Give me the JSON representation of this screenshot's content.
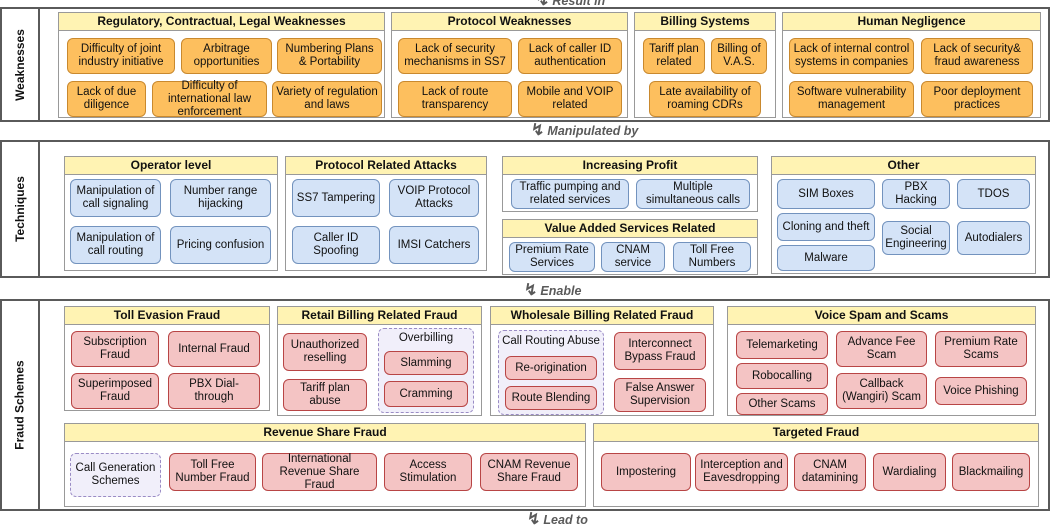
{
  "connectors": {
    "result_in": "Result in",
    "manipulated_by": "Manipulated by",
    "enable": "Enable",
    "lead_to": "Lead to"
  },
  "sections": {
    "weaknesses": "Weaknesses",
    "techniques": "Techniques",
    "fraud_schemes": "Fraud Schemes"
  },
  "weaknesses": {
    "regulatory": {
      "title": "Regulatory, Contractual, Legal Weaknesses",
      "items": [
        "Difficulty of joint industry initiative",
        "Arbitrage opportunities",
        "Numbering Plans & Portability",
        "Lack of due diligence",
        "Difficulty of international law enforcement",
        "Variety of regulation and laws"
      ]
    },
    "protocol": {
      "title": "Protocol Weaknesses",
      "items": [
        "Lack of security mechanisms in SS7",
        "Lack of caller ID authentication",
        "Lack of route transparency",
        "Mobile and VOIP related"
      ]
    },
    "billing": {
      "title": "Billing Systems",
      "items": [
        "Tariff plan related",
        "Billing of V.A.S.",
        "Late availability of roaming CDRs"
      ]
    },
    "human": {
      "title": "Human Negligence",
      "items": [
        "Lack of internal control systems in companies",
        "Lack of security& fraud awareness",
        "Software vulnerability management",
        "Poor deployment practices"
      ]
    }
  },
  "techniques": {
    "operator": {
      "title": "Operator level",
      "items": [
        "Manipulation of call signaling",
        "Number range hijacking",
        "Manipulation of call routing",
        "Pricing confusion"
      ]
    },
    "protocol_attacks": {
      "title": "Protocol Related Attacks",
      "items": [
        "SS7 Tampering",
        "VOIP Protocol Attacks",
        "Caller ID Spoofing",
        "IMSI Catchers"
      ]
    },
    "profit": {
      "title": "Increasing Profit",
      "items": [
        "Traffic pumping and related services",
        "Multiple simultaneous calls"
      ]
    },
    "vas": {
      "title": "Value Added Services Related",
      "items": [
        "Premium Rate Services",
        "CNAM service",
        "Toll Free Numbers"
      ]
    },
    "other": {
      "title": "Other",
      "items": [
        "SIM Boxes",
        "PBX Hacking",
        "TDOS",
        "Cloning and theft",
        "Social Engineering",
        "Autodialers",
        "Malware"
      ]
    }
  },
  "fraud": {
    "toll": {
      "title": "Toll Evasion Fraud",
      "items": [
        "Subscription Fraud",
        "Internal Fraud",
        "Superimposed Fraud",
        "PBX Dial-through"
      ]
    },
    "retail": {
      "title": "Retail Billing Related Fraud",
      "items": [
        "Unauthorized reselling",
        "Tariff plan abuse",
        "Slamming",
        "Cramming"
      ],
      "group_label": "Overbilling"
    },
    "wholesale": {
      "title": "Wholesale Billing Related Fraud",
      "group_label": "Call Routing Abuse",
      "items": [
        "Re-origination",
        "Route Blending",
        "Interconnect Bypass Fraud",
        "False Answer Supervision"
      ]
    },
    "spam": {
      "title": "Voice Spam and Scams",
      "items": [
        "Telemarketing",
        "Advance Fee Scam",
        "Premium Rate Scams",
        "Robocalling",
        "Callback (Wangiri) Scam",
        "Voice Phishing",
        "Other Scams"
      ]
    },
    "revenue": {
      "title": "Revenue Share Fraud",
      "items": [
        "Call Generation Schemes",
        "Toll Free Number Fraud",
        "International Revenue Share Fraud",
        "Access Stimulation",
        "CNAM Revenue Share Fraud"
      ]
    },
    "targeted": {
      "title": "Targeted Fraud",
      "items": [
        "Impostering",
        "Interception and Eavesdropping",
        "CNAM datamining",
        "Wardialing",
        "Blackmailing"
      ]
    }
  }
}
